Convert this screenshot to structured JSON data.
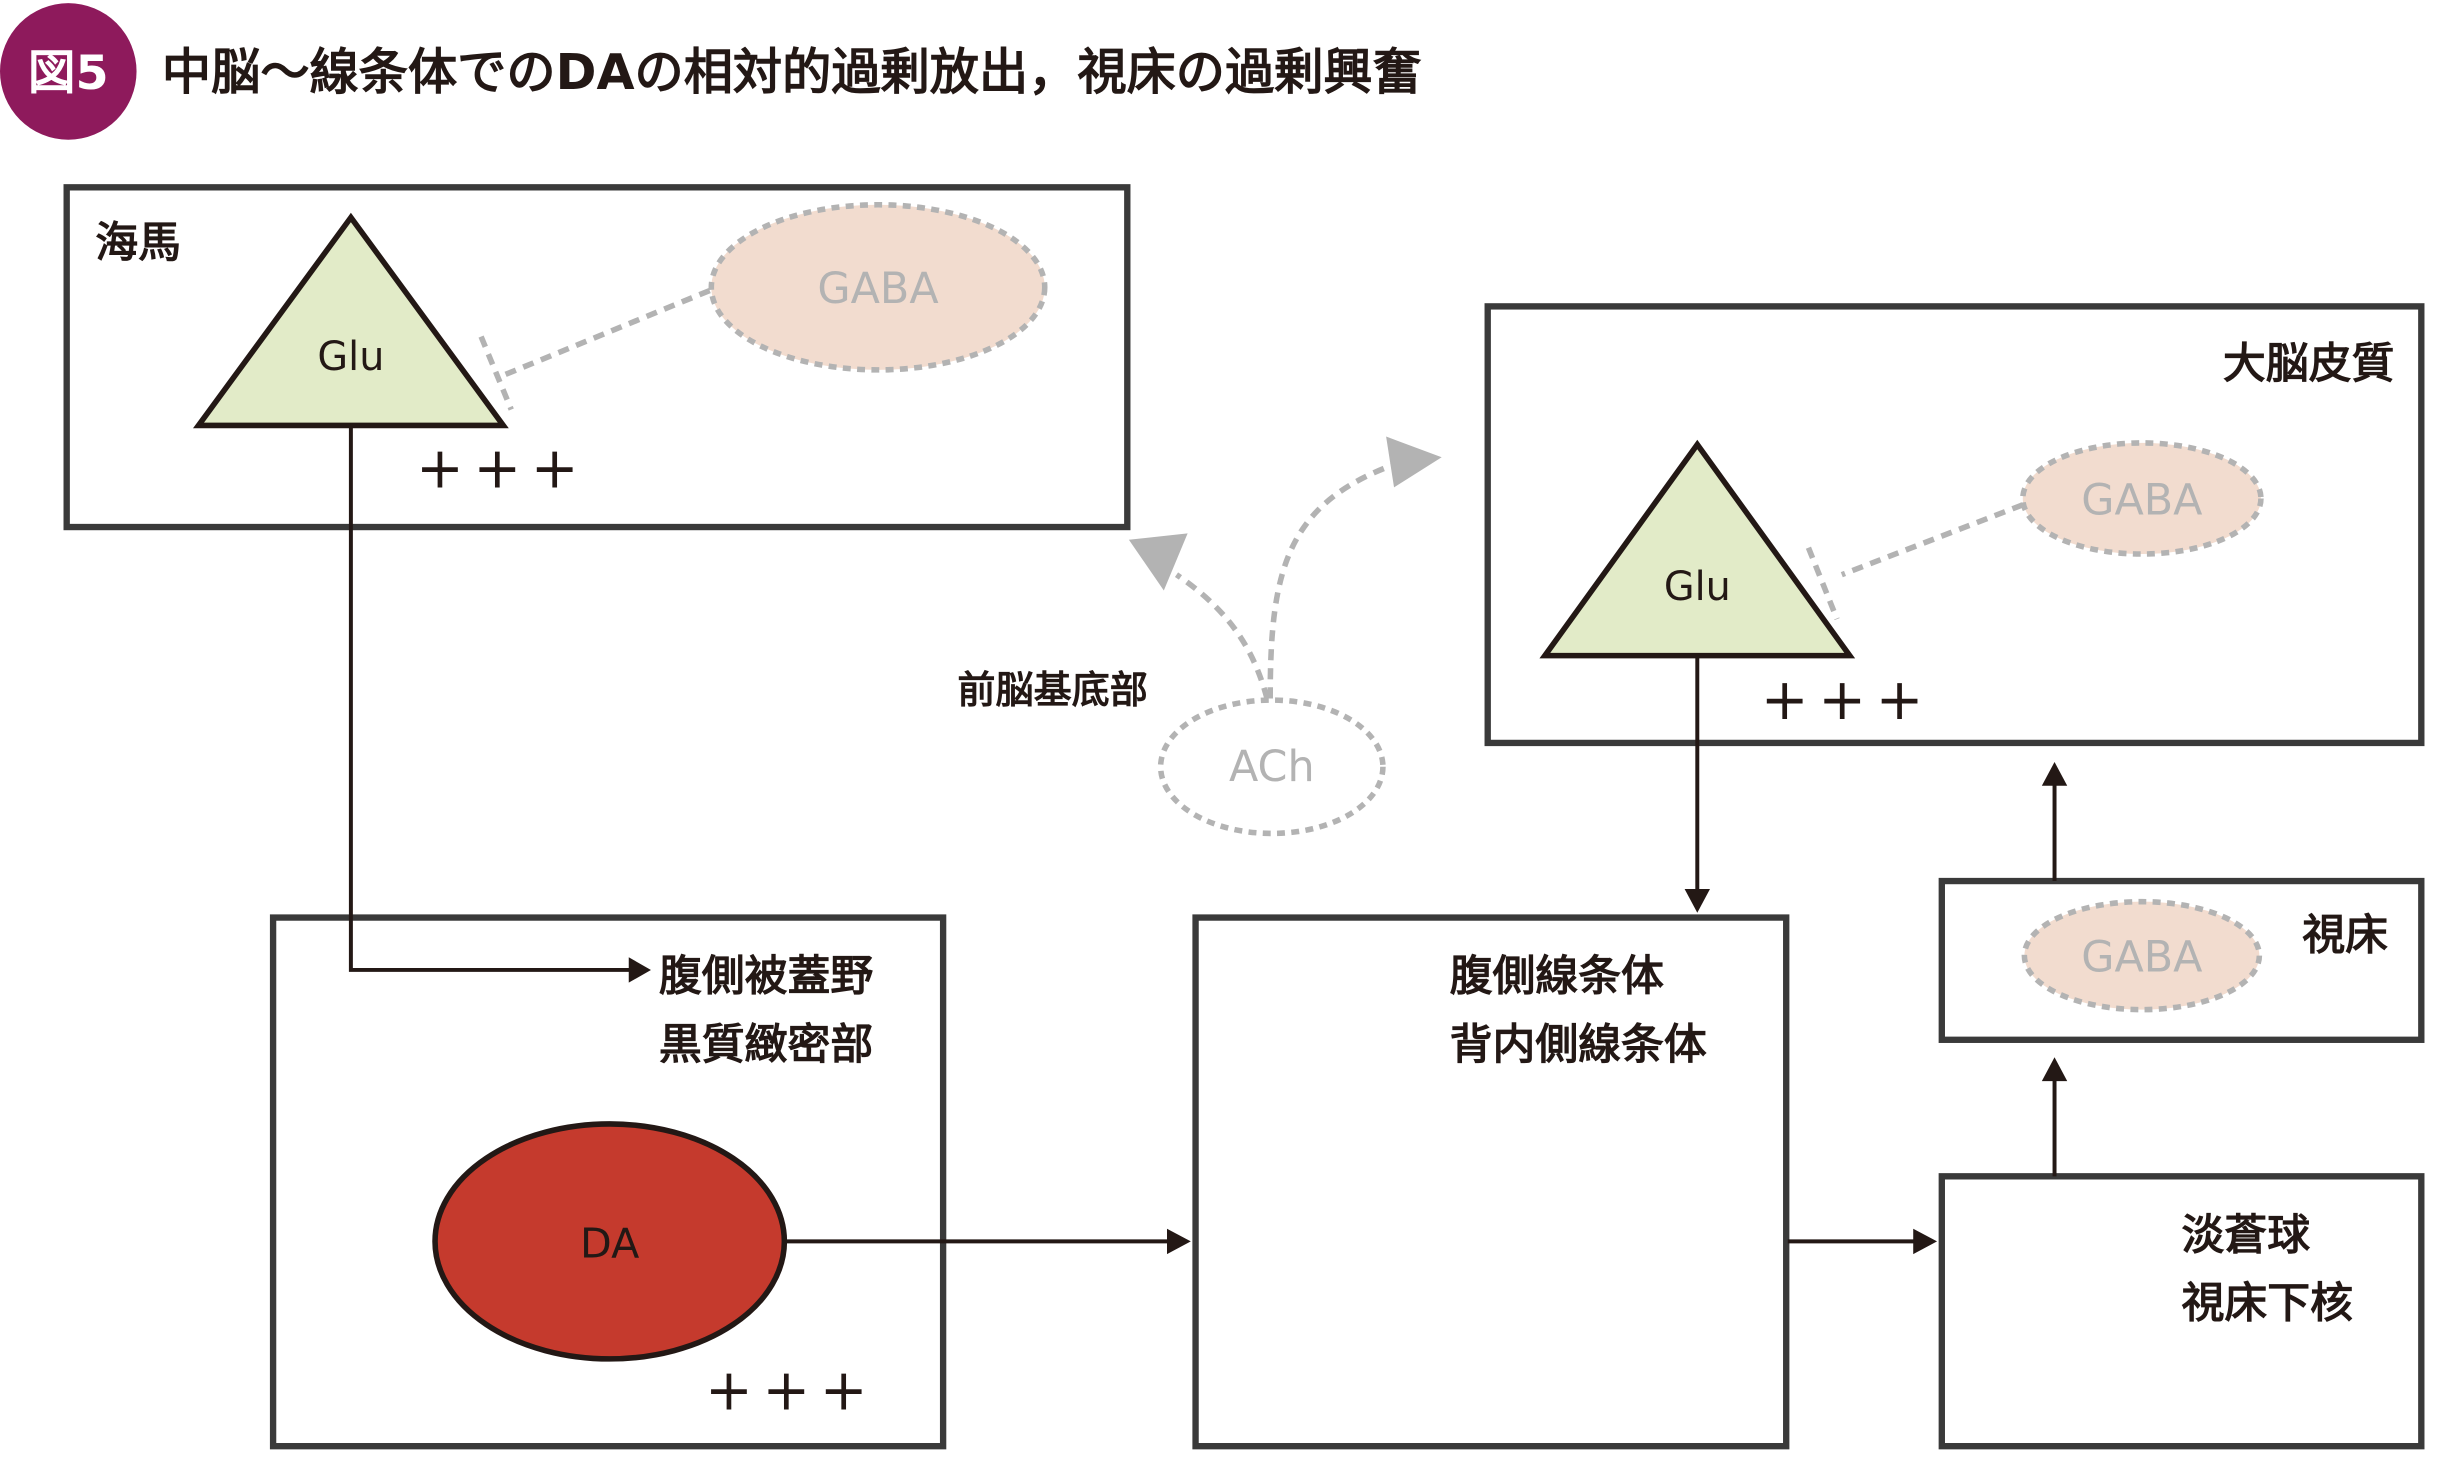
{
  "figure": {
    "badge_label": "図5",
    "badge_color": "#8e1a5c",
    "title": "中脳～線条体でのDAの相対的過剰放出，視床の過剰興奮"
  },
  "regions": {
    "hippocampus": {
      "label": "海馬",
      "neuron": "Glu",
      "interneuron": "GABA",
      "activity": "+++"
    },
    "cortex": {
      "label": "大脳皮質",
      "neuron": "Glu",
      "interneuron": "GABA",
      "activity": "+++"
    },
    "basal_forebrain": {
      "label": "前脳基底部",
      "neuron": "ACh"
    },
    "vta_snc": {
      "label_line1": "腹側被蓋野",
      "label_line2": "黒質緻密部",
      "neuron": "DA",
      "activity": "+++"
    },
    "striatum": {
      "label_line1": "腹側線条体",
      "label_line2": "背内側線条体"
    },
    "gp_stn": {
      "label_line1": "淡蒼球",
      "label_line2": "視床下核"
    },
    "thalamus": {
      "label": "視床",
      "neuron": "GABA"
    }
  },
  "colors": {
    "glu_fill": "#e2ebc8",
    "gaba_fill": "#f2dccf",
    "da_fill": "#c53a2d",
    "inactive_gray": "#b3b3b3",
    "line": "#231815"
  }
}
